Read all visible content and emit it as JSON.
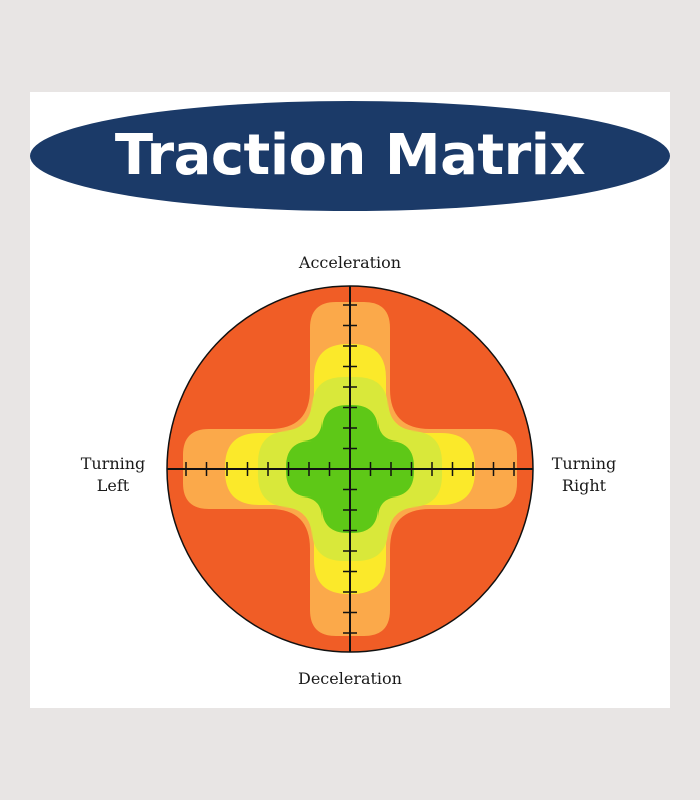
{
  "title": "Traction Matrix",
  "axes": {
    "top": "Acceleration",
    "bottom": "Deceleration",
    "left": [
      "Turning",
      "Left"
    ],
    "right": [
      "Turning",
      "Right"
    ]
  },
  "colors": {
    "page_background": "#e8e5e4",
    "banner": "#1b3a68",
    "outer_zone": "#f05d26",
    "zone_2": "#fba94a",
    "zone_3": "#fbe92a",
    "zone_4": "#d9e83a",
    "inner_zone": "#5ec817",
    "axis": "#111111"
  }
}
